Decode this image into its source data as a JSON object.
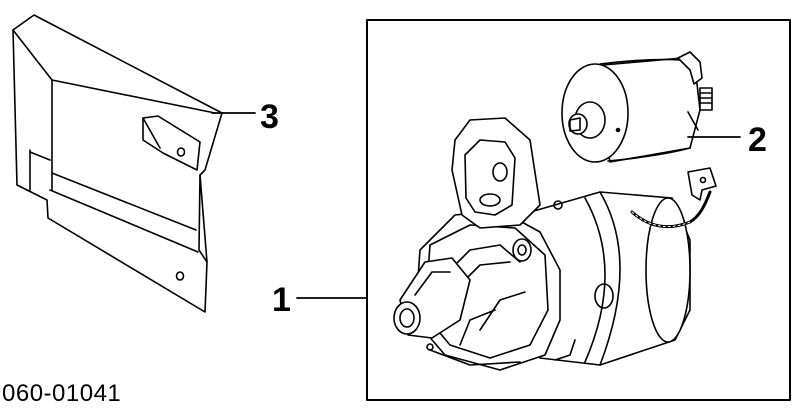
{
  "diagram": {
    "part_code": "060-01041",
    "callouts": {
      "one": "1",
      "two": "2",
      "three": "3"
    },
    "parts": [
      {
        "id": "1",
        "name": "starter-motor"
      },
      {
        "id": "2",
        "name": "solenoid"
      },
      {
        "id": "3",
        "name": "heat-shield"
      }
    ]
  }
}
